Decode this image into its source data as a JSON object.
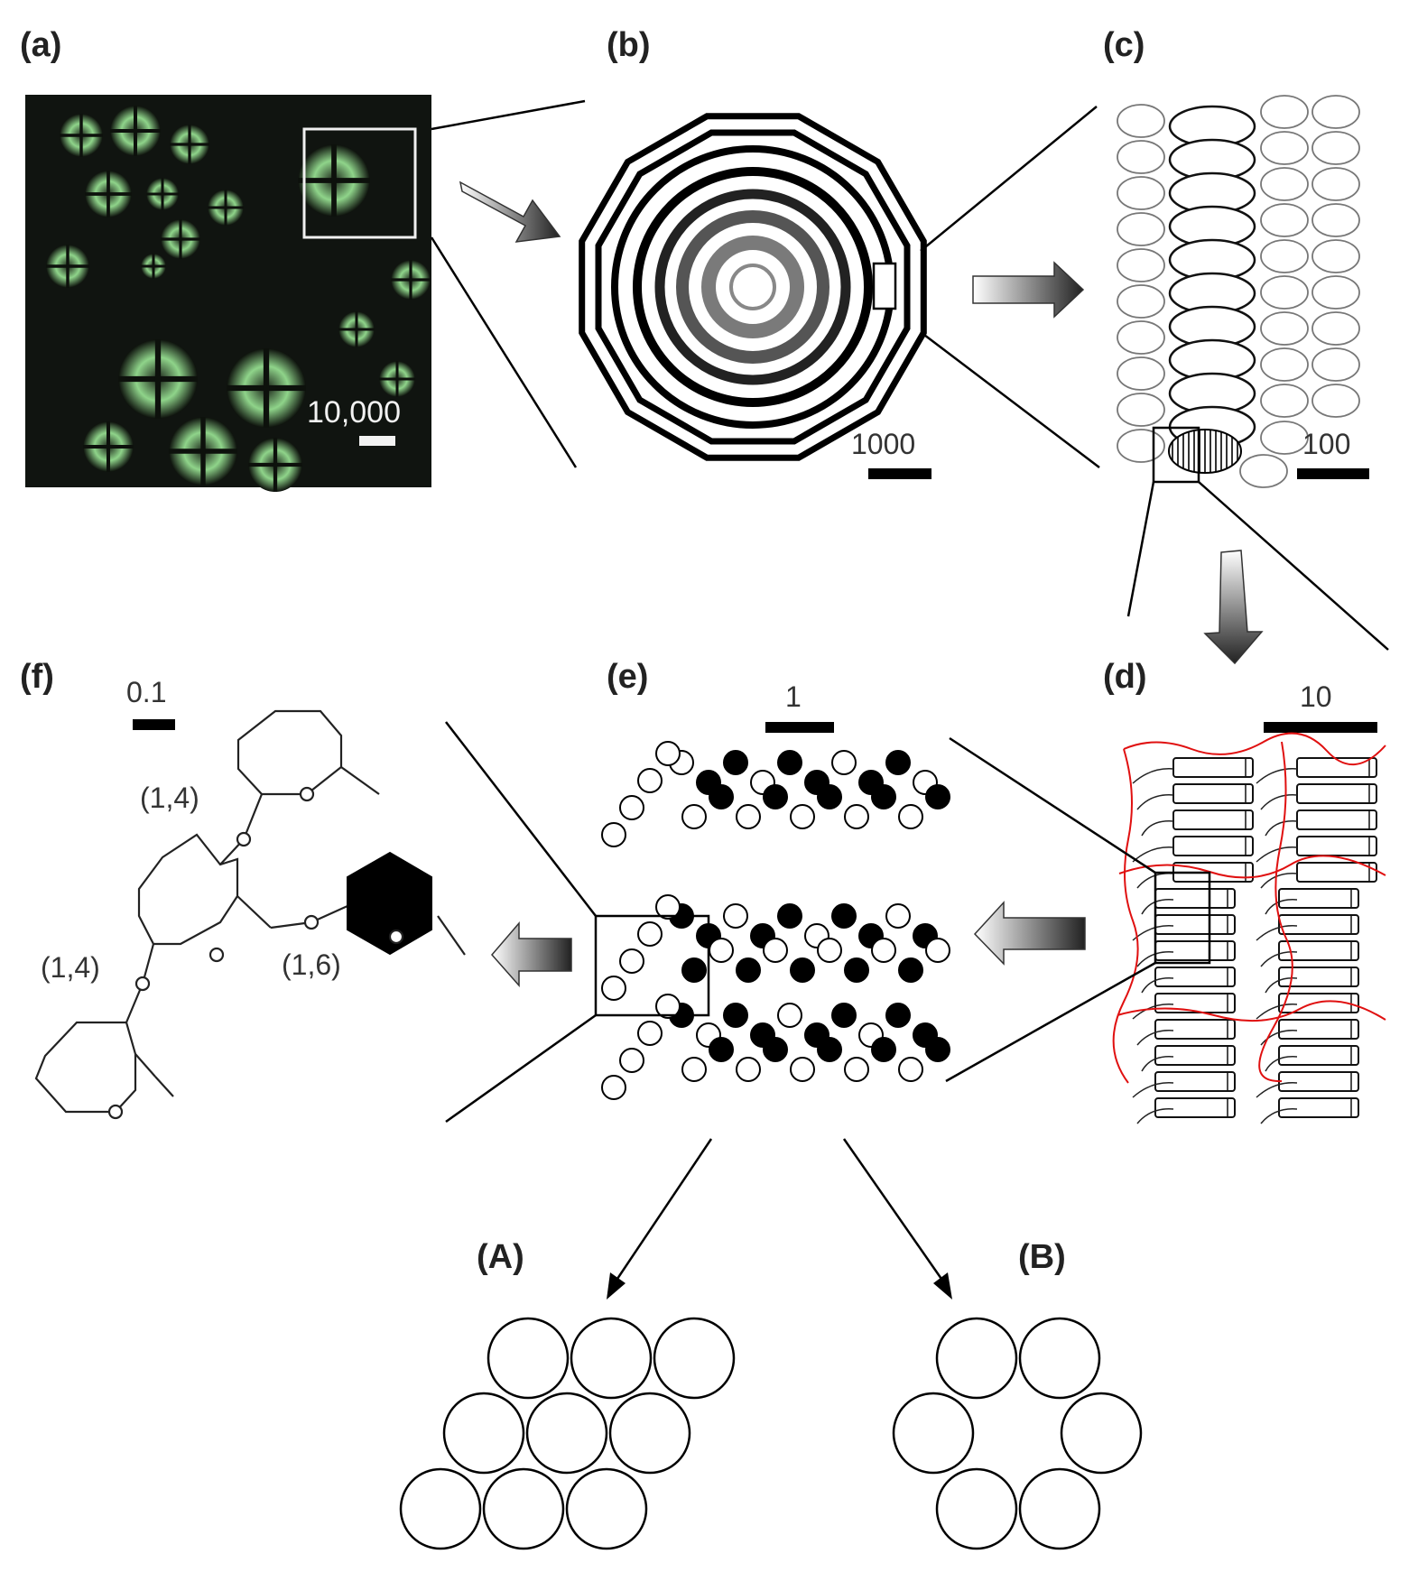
{
  "panels": {
    "a": {
      "label": "(a)",
      "scale": "10,000"
    },
    "b": {
      "label": "(b)",
      "scale": "1000"
    },
    "c": {
      "label": "(c)",
      "scale": "100"
    },
    "d": {
      "label": "(d)",
      "scale": "10"
    },
    "e": {
      "label": "(e)",
      "scale": "1"
    },
    "f": {
      "label": "(f)",
      "scale": "0.1"
    },
    "A": {
      "label": "(A)"
    },
    "B": {
      "label": "(B)"
    }
  },
  "linkages": {
    "top": "(1,4)",
    "left": "(1,4)",
    "branch": "(1,6)"
  },
  "colors": {
    "background": "#ffffff",
    "line": "#000000",
    "micrograph": "#101410",
    "crystal": "#7fc87a",
    "chain": "#e01010"
  }
}
